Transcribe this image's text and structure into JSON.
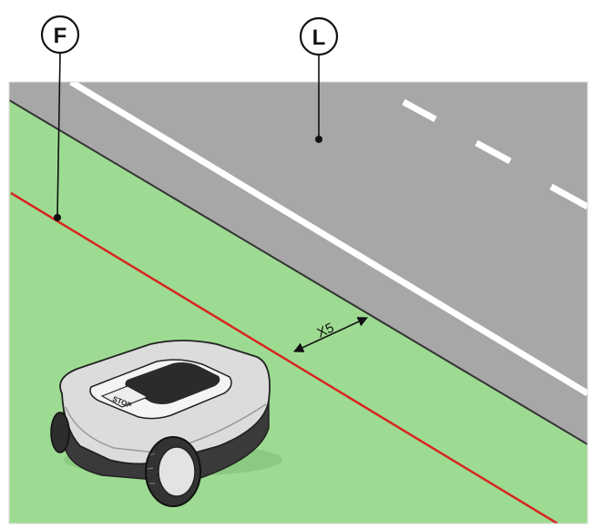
{
  "callouts": {
    "boundary_wire": "F",
    "road": "L"
  },
  "dimension": {
    "label": "X5"
  },
  "mower": {
    "stop_button_label": "STOP"
  },
  "colors": {
    "lawn": "#9ddb92",
    "road": "#a7a7a7",
    "road_marking": "#ffffff",
    "boundary_wire": "#d8261f",
    "outline": "#222222",
    "mower_body": "#dcdcdc",
    "mower_dark": "#333333"
  }
}
